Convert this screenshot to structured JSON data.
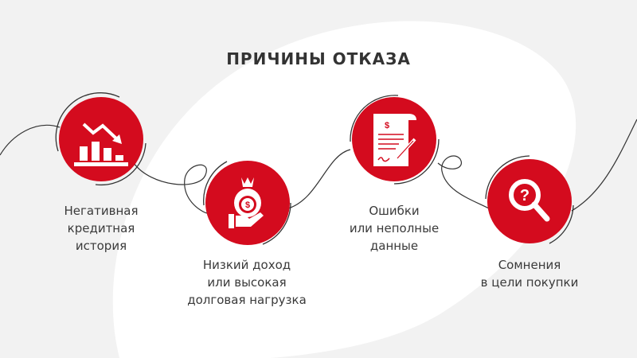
{
  "title": "ПРИЧИНЫ ОТКАЗА",
  "accent_color": "#d40b1e",
  "steps": [
    {
      "icon": "chart-down-icon",
      "line1": "Негативная",
      "line2": "кредитная",
      "line3": "история"
    },
    {
      "icon": "money-bag-hand-icon",
      "line1": "Низкий доход",
      "line2": "или высокая",
      "line3": "долговая нагрузка"
    },
    {
      "icon": "document-sign-icon",
      "line1": "Ошибки",
      "line2": "или неполные",
      "line3": "данные"
    },
    {
      "icon": "magnifier-question-icon",
      "line1": "Сомнения",
      "line2": "в цели покупки"
    }
  ]
}
